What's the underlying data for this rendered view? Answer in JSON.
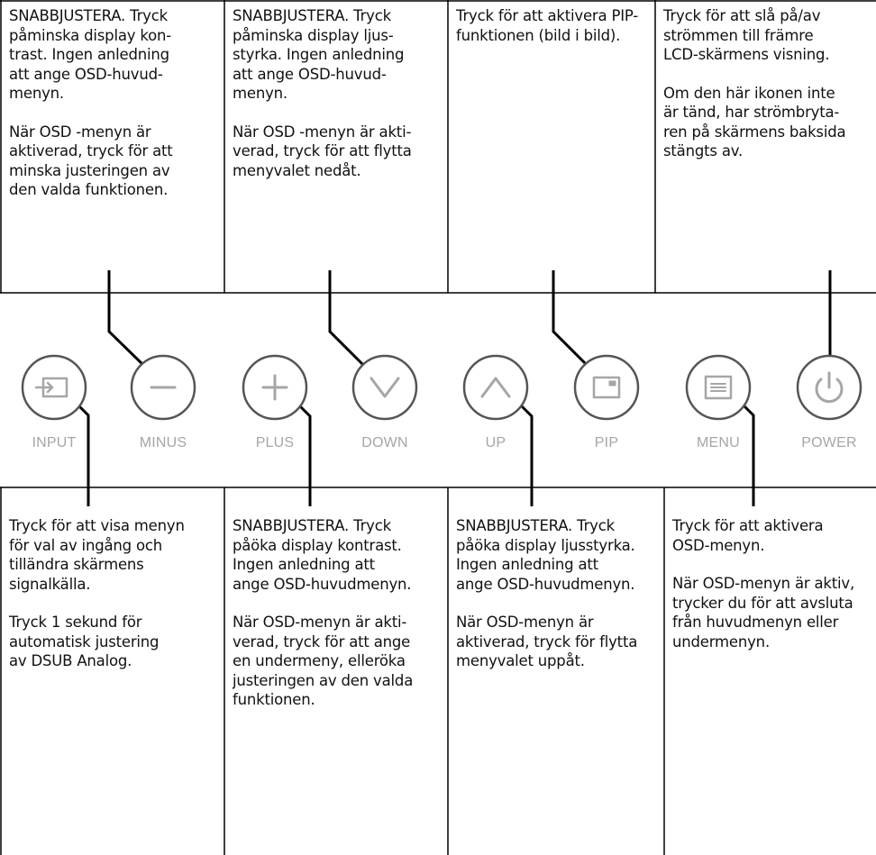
{
  "top_panels": [
    {
      "paragraphs": [
        "SNABBJUSTERA. Tryck\npåminska display kon-\ntrast. Ingen anledning\natt ange OSD-huvud-\nmenyn.",
        "När OSD -menyn är\naktiverad, tryck för att\nminska justeringen av\nden valda funktionen."
      ]
    },
    {
      "paragraphs": [
        "SNABBJUSTERA. Tryck\npåminska display ljus-\nstyrka. Ingen anledning\natt ange OSD-huvud-\nmenyn.",
        "När OSD -menyn är akti-\nverad, tryck för att flytta\nmenyvalet nedåt."
      ]
    },
    {
      "paragraphs": [
        "Tryck för att aktivera PIP-\nfunktionen (bild i bild)."
      ]
    },
    {
      "paragraphs": [
        "Tryck för att slå på/av\nströmmen till främre\nLCD-skärmens visning.",
        "Om den här ikonen inte\när tänd, har strömbryta-\nren på skärmens baksida\nstängts av."
      ]
    }
  ],
  "bottom_panels": [
    {
      "paragraphs": [
        "Tryck för att visa menyn\nför val av ingång och\ntilländra skärmens\nsignalkälla.",
        "Tryck 1 sekund för\nautomatisk justering\nav DSUB Analog."
      ]
    },
    {
      "paragraphs": [
        "SNABBJUSTERA. Tryck\npåöka display kontrast.\nIngen anledning att\nange OSD-huvudmenyn.",
        "När OSD-menyn är akti-\nverad, tryck för att ange\nen undermeny, elleröka\njusteringen av den valda\nfunktionen."
      ]
    },
    {
      "paragraphs": [
        "SNABBJUSTERA. Tryck\npåöka display ljusstyrka.\nIngen anledning att\nange OSD-huvudmenyn.",
        "När OSD-menyn är\naktiverad, tryck för flytta\nmenyvalet uppåt."
      ]
    },
    {
      "paragraphs": [
        "Tryck för att aktivera\nOSD-menyn.",
        "När OSD-menyn är aktiv,\ntrycker du för att avsluta\nfrån huvudmenyn eller\nundermenyn."
      ]
    }
  ],
  "buttons": [
    {
      "label": "INPUT",
      "icon": "input-icon"
    },
    {
      "label": "MINUS",
      "icon": "minus-icon"
    },
    {
      "label": "PLUS",
      "icon": "plus-icon"
    },
    {
      "label": "DOWN",
      "icon": "chevron-down-icon"
    },
    {
      "label": "UP",
      "icon": "chevron-up-icon"
    },
    {
      "label": "PIP",
      "icon": "pip-icon"
    },
    {
      "label": "MENU",
      "icon": "menu-icon"
    },
    {
      "label": "POWER",
      "icon": "power-icon"
    }
  ],
  "colors": {
    "button_ring": "#555555",
    "button_glyph": "#a6a6a6",
    "label": "#a6a6a6",
    "lines": "#000000"
  }
}
